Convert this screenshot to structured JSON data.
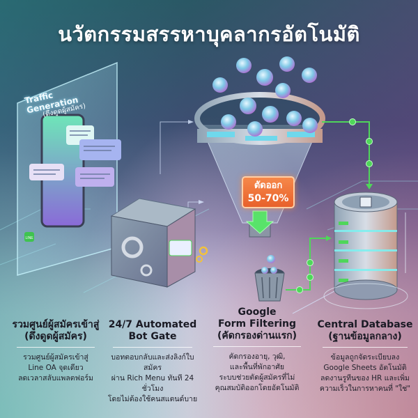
{
  "title": "นวัตกรรมสรรหาบุคลากรอัตโนมัติ",
  "colors": {
    "background_top": "#2a5865",
    "background_bottom": "#d8d2e6",
    "accent_green": "#4fd65a",
    "badge_orange": "#ee6d33",
    "arrow_green": "#58e36a",
    "glow_cyan": "#7ff0f0"
  },
  "illustration": {
    "panel": {
      "title": "Traffic Generation",
      "subtitle": "(ดึงดูดผู้สมัคร)",
      "icons": [
        "smartphone-icon",
        "chat-bubble-icon",
        "line-app-icon"
      ]
    },
    "bot_cube": {
      "icons": [
        "gear-icon",
        "chat-bubble-icon"
      ]
    },
    "funnel": {
      "badge_line1": "ตัดออก",
      "badge_line2": "50-70%",
      "icons": [
        "candidate-sphere-icon",
        "down-arrow-icon",
        "trash-bin-icon"
      ]
    },
    "database": {
      "icons": [
        "document-icon",
        "database-stack-icon"
      ]
    }
  },
  "steps": [
    {
      "heading_line1": "รวมศูนย์ผู้สมัครเข้าสู่",
      "heading_line2": "(ดึงดูดผู้สมัคร)",
      "desc_line1": "รวมศูนย์ผู้สมัครเข้าสู่",
      "desc_line2": "Line OA จุดเดียว",
      "desc_line3": "ลดเวลาสลับแพลตฟอร์ม"
    },
    {
      "heading_line1": "24/7 Automated",
      "heading_line2": "Bot Gate",
      "desc_line1": "บอทตอบกลับและส่งลิงก์ใบสมัคร",
      "desc_line2": "ผ่าน Rich Menu ทันที 24 ชั่วโมง",
      "desc_line3": "โดยไม่ต้องใช้คนสแตนด์บาย"
    },
    {
      "heading_line1": "Google",
      "heading_line2": "Form Filtering",
      "heading_line3": "(คัดกรองด่านแรก)",
      "desc_line1": "คัดกรองอายุ, วุฒิ,",
      "desc_line2": "และพื้นที่พักอาศัย",
      "desc_line3": "ระบบช่วยตัดผู้สมัครที่ไม่",
      "desc_line4": "คุณสมบัติออกโดยอัตโนมัติ"
    },
    {
      "heading_line1": "Central Database",
      "heading_line2": "(ฐานข้อมูลกลาง)",
      "desc_line1": "ข้อมูลถูกจัดระเบียบลง",
      "desc_line2": "Google Sheets อัตโนมัติ",
      "desc_line3": "ลดงานรูทีนของ HR และเพิ่ม",
      "desc_line4": "ความเร็วในการหาคนที่ \"ใช่\""
    }
  ]
}
